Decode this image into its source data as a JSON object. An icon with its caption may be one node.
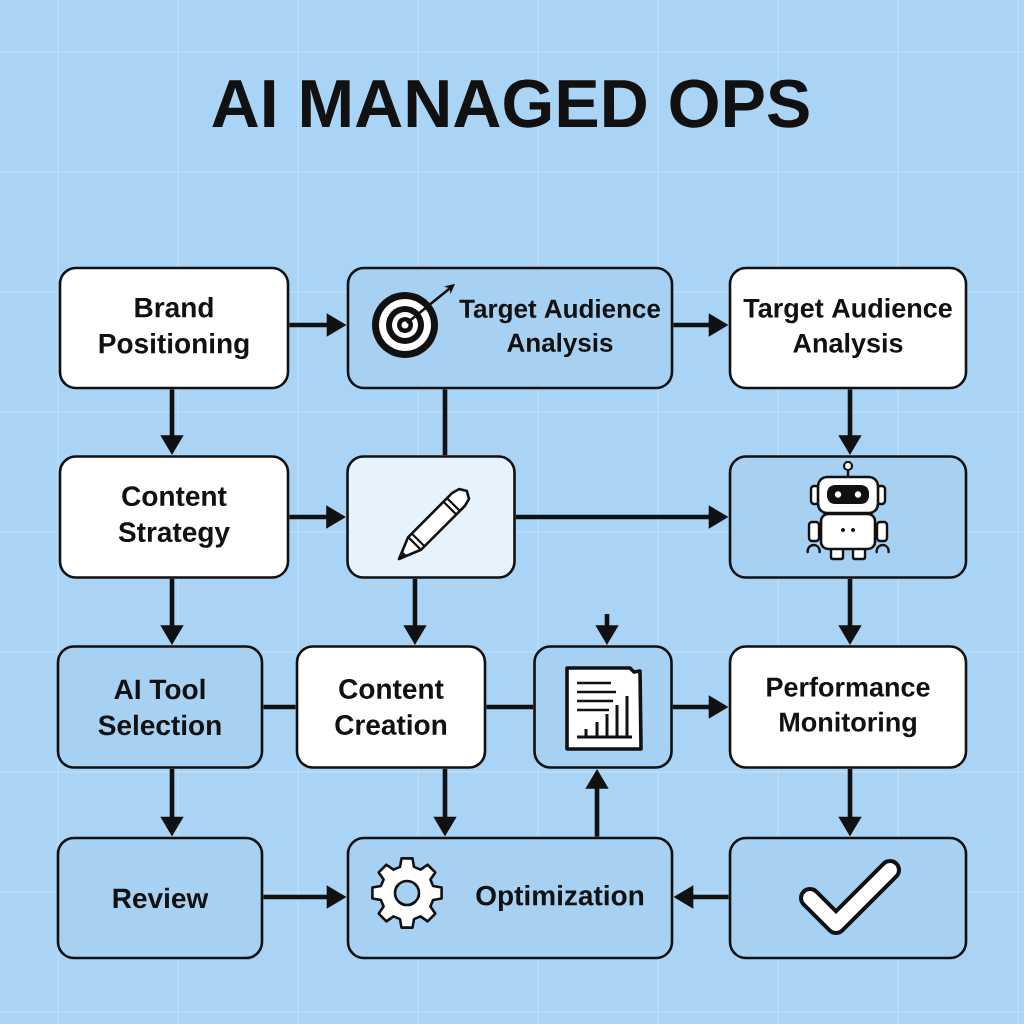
{
  "diagram": {
    "title": "AI MANAGED OPS",
    "nodes": [
      {
        "text": [
          "Brand Positioning"
        ]
      },
      {
        "text": [
          "Target Audience Analysis"
        ]
      },
      {
        "text": [
          "Target Audience Analysis"
        ]
      },
      {
        "text": [
          "Content Strategy"
        ]
      },
      {
        "text": [],
        "shape": "picture"
      },
      {
        "text": [],
        "shape": "picture"
      },
      {
        "text": [
          "AI Tool Selection"
        ]
      },
      {
        "text": [
          "Content Creation"
        ]
      },
      {
        "text": [],
        "shape": "picture"
      },
      {
        "text": [
          "Performance Monitoring"
        ]
      },
      {
        "text": [
          "Review"
        ]
      },
      {
        "text": [
          "Optimization"
        ]
      },
      {
        "text": [],
        "shape": "picture"
      }
    ],
    "edges": [
      {
        "from": 0,
        "to": 1,
        "arrow": "to"
      },
      {
        "from": 1,
        "to": 2,
        "arrow": "to"
      },
      {
        "from": 0,
        "to": 3,
        "arrow": "to"
      },
      {
        "from": 1,
        "to": 4,
        "arrow": "none"
      },
      {
        "from": 2,
        "to": 5,
        "arrow": "to"
      },
      {
        "from": 3,
        "to": 4,
        "arrow": "to"
      },
      {
        "from": 4,
        "to": 5,
        "arrow": "to"
      },
      {
        "from": 3,
        "to": 6,
        "arrow": "to"
      },
      {
        "from": 4,
        "to": 7,
        "arrow": "to"
      },
      {
        "from": null,
        "to": 8,
        "arrow": "to"
      },
      {
        "from": 5,
        "to": 9,
        "arrow": "to"
      },
      {
        "from": 6,
        "to": 7,
        "arrow": "none"
      },
      {
        "from": 7,
        "to": 8,
        "arrow": "none"
      },
      {
        "from": 8,
        "to": 9,
        "arrow": "to"
      },
      {
        "from": 6,
        "to": 10,
        "arrow": "to"
      },
      {
        "from": 7,
        "to": 11,
        "arrow": "to"
      },
      {
        "from": 11,
        "to": 8,
        "arrow": "to"
      },
      {
        "from": 9,
        "to": 12,
        "arrow": "to"
      },
      {
        "from": 10,
        "to": 11,
        "arrow": "to"
      },
      {
        "from": 12,
        "to": 11,
        "arrow": "to"
      }
    ]
  }
}
